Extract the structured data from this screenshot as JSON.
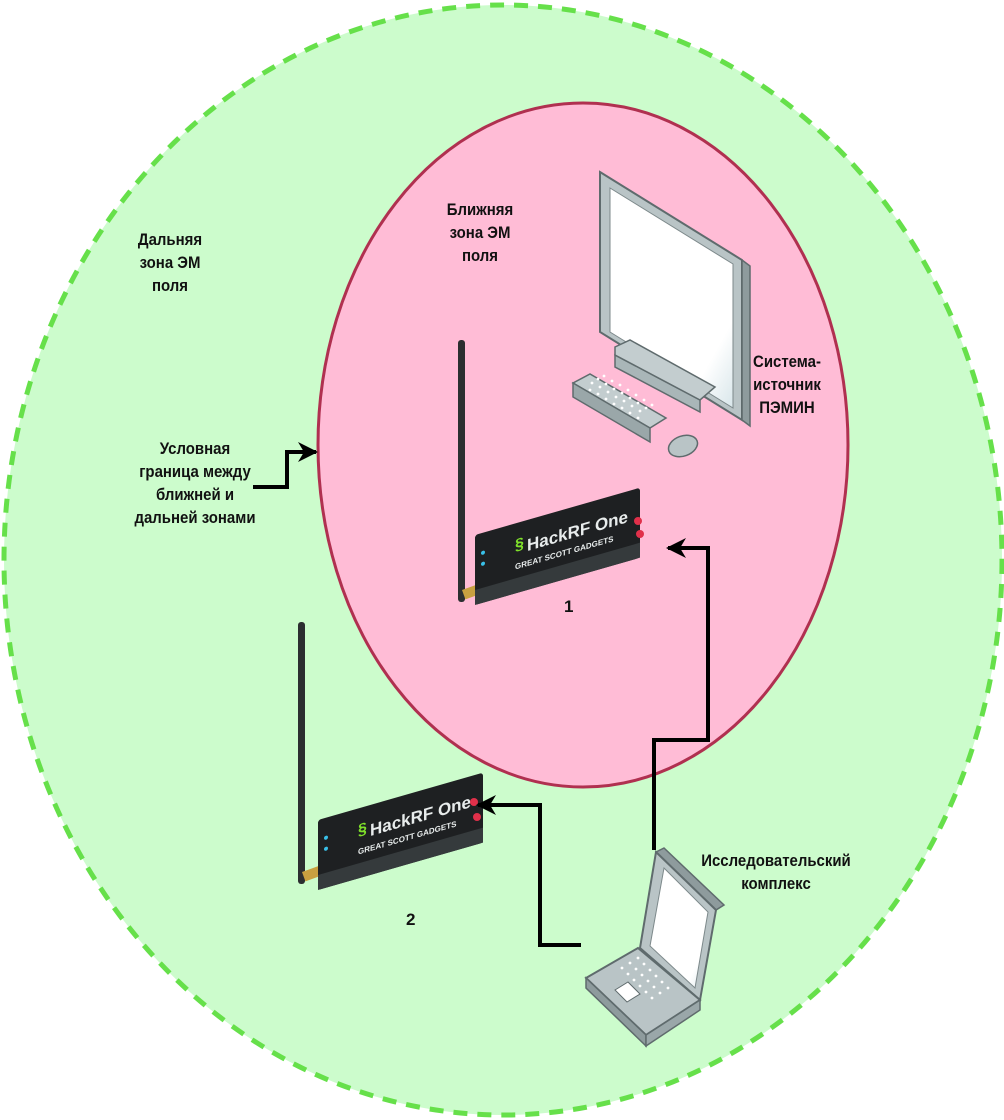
{
  "colors": {
    "far_zone_fill": "#ccfccc",
    "far_zone_border": "#66e04a",
    "near_zone_fill": "#ffbcd6",
    "near_zone_border": "#b03050",
    "arrow": "#000000",
    "device_body": "#222426",
    "device_logo_green": "#7fe02a",
    "device_connector_red": "#e0304a",
    "computer_gray": "#a9b6b8"
  },
  "labels": {
    "far_zone": [
      "Дальняя",
      "зона ЭМ",
      "поля"
    ],
    "near_zone": [
      "Ближняя",
      "зона ЭМ",
      "поля"
    ],
    "source_system": [
      "Система-",
      "источник",
      "ПЭМИН"
    ],
    "boundary": [
      "Условная",
      "граница между",
      "ближней и",
      "дальней зонами"
    ],
    "research_complex": [
      "Исследовательский",
      "комплекс"
    ]
  },
  "devices": [
    {
      "id": "1",
      "brand": "HackRF One",
      "maker": "GREAT SCOTT GADGETS",
      "number_label": "1"
    },
    {
      "id": "2",
      "brand": "HackRF One",
      "maker": "GREAT SCOTT GADGETS",
      "number_label": "2"
    }
  ]
}
